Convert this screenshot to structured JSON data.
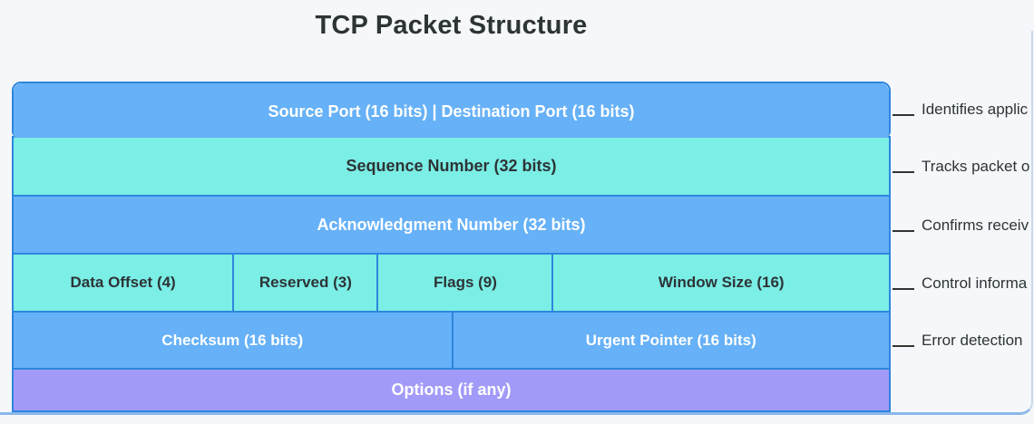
{
  "title": "TCP Packet Structure",
  "colors": {
    "background": "#f5f7fa",
    "row_blue": "#66b1f7",
    "row_cyan": "#7beee6",
    "row_purple": "#a29af8",
    "row_border": "#2e86de",
    "dark_text": "#2d3436",
    "light_text": "#ffffff"
  },
  "packet": {
    "rows": [
      {
        "cells": [
          {
            "label": "Source Port (16 bits) | Destination Port (16 bits)"
          }
        ]
      },
      {
        "cells": [
          {
            "label": "Sequence Number (32 bits)"
          }
        ]
      },
      {
        "cells": [
          {
            "label": "Acknowledgment Number (32 bits)"
          }
        ]
      },
      {
        "cells": [
          {
            "label": "Data Offset (4)"
          },
          {
            "label": "Reserved (3)"
          },
          {
            "label": "Flags (9)"
          },
          {
            "label": "Window Size (16)"
          }
        ]
      },
      {
        "cells": [
          {
            "label": "Checksum (16 bits)"
          },
          {
            "label": "Urgent Pointer (16 bits)"
          }
        ]
      },
      {
        "cells": [
          {
            "label": "Options (if any)"
          }
        ]
      }
    ]
  },
  "annotations": [
    {
      "text": "Identifies applic"
    },
    {
      "text": "Tracks packet o"
    },
    {
      "text": "Confirms receiv"
    },
    {
      "text": "Control informa"
    },
    {
      "text": "Error detection"
    }
  ]
}
